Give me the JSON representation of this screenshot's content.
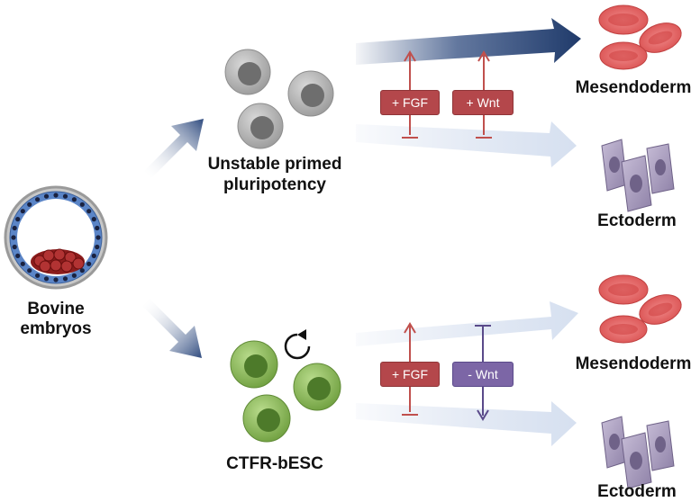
{
  "labels": {
    "source": [
      "Bovine",
      "embryos"
    ],
    "top_state": [
      "Unstable primed",
      "pluripotency"
    ],
    "bottom_state": "CTFR-bESC",
    "mesendoderm": "Mesendoderm",
    "ectoderm": "Ectoderm"
  },
  "factors": {
    "top_fgf": "+ FGF",
    "top_wnt": "+ Wnt",
    "bottom_fgf": "+ FGF",
    "bottom_wnt": "- Wnt"
  },
  "colors": {
    "arrow_blue": "#2e4a7e",
    "factor_red": "#b4474b",
    "factor_purple": "#7c66a6",
    "inhibit_red": "#c0504d",
    "inhibit_purple": "#5a4a8a",
    "rbc": "#e06060",
    "grey_cell": "#a8a8a8",
    "green_cell": "#8fbf5a",
    "ecto_cell": "#a79ab9"
  },
  "icons": [
    "blastocyst-icon",
    "self-renewal-arrow-icon",
    "red-blood-cell-icon",
    "ectoderm-cell-icon",
    "grey-cell-icon",
    "green-cell-icon"
  ]
}
